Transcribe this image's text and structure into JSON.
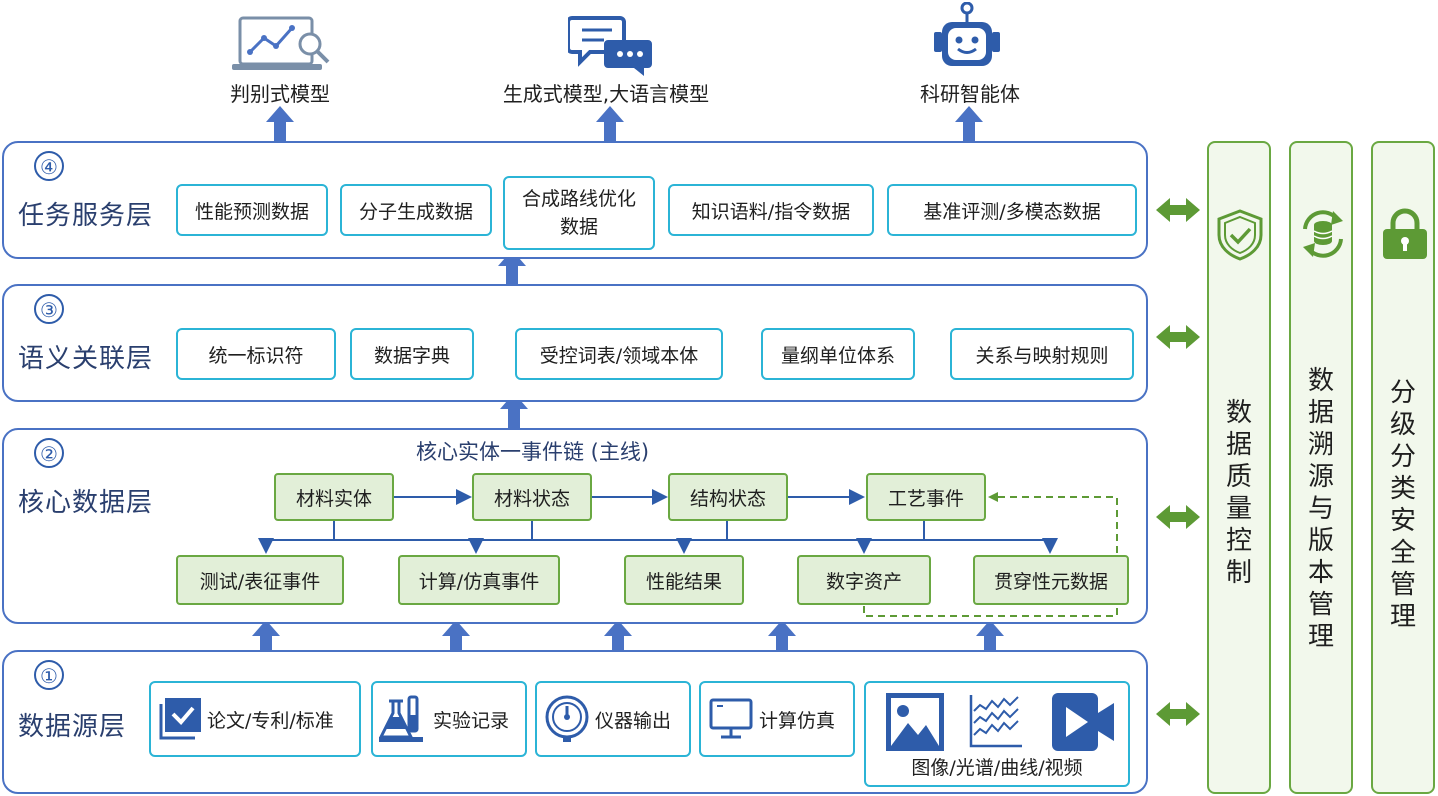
{
  "top_outputs": [
    {
      "label": "判别式模型",
      "icon": "laptop-chart-magnifier-icon"
    },
    {
      "label": "生成式模型,大语言模型",
      "icon": "chat-bubbles-icon"
    },
    {
      "label": "科研智能体",
      "icon": "robot-icon"
    }
  ],
  "layers": [
    {
      "num": "④",
      "title": "任务服务层",
      "items": [
        "性能预测数据",
        "分子生成数据",
        "合成路线优化数据",
        "知识语料/指令数据",
        "基准评测/多模态数据"
      ]
    },
    {
      "num": "③",
      "title": "语义关联层",
      "items": [
        "统一标识符",
        "数据字典",
        "受控词表/领域本体",
        "量纲单位体系",
        "关系与映射规则"
      ]
    },
    {
      "num": "②",
      "title": "核心数据层",
      "subtitle": "核心实体一事件链 (主线)",
      "chain": [
        "材料实体",
        "材料状态",
        "结构状态",
        "工艺事件"
      ],
      "events": [
        "测试/表征事件",
        "计算/仿真事件",
        "性能结果",
        "数字资产",
        "贯穿性元数据"
      ]
    },
    {
      "num": "①",
      "title": "数据源层",
      "sources": [
        {
          "label": "论文/专利/标准",
          "icon": "document-check-icon"
        },
        {
          "label": "实验记录",
          "icon": "lab-flask-icon"
        },
        {
          "label": "仪器输出",
          "icon": "gauge-icon"
        },
        {
          "label": "计算仿真",
          "icon": "monitor-icon"
        },
        {
          "label": "图像/光谱/曲线/视频",
          "icons": [
            "image-icon",
            "spectrum-icon",
            "video-icon"
          ]
        }
      ]
    }
  ],
  "side_panels": [
    {
      "label": "数据质量控制",
      "icon": "shield-check-icon"
    },
    {
      "label": "数据溯源与版本管理",
      "icon": "database-sync-icon"
    },
    {
      "label": "分级分类安全管理",
      "icon": "lock-icon"
    }
  ],
  "colors": {
    "blue_border": "#4a72c4",
    "arrow_blue": "#4a72c4",
    "cyan_box": "#2bb4d6",
    "green": "#6aa842",
    "green_fill": "#e2efd8",
    "title_blue": "#2a3f6e"
  }
}
